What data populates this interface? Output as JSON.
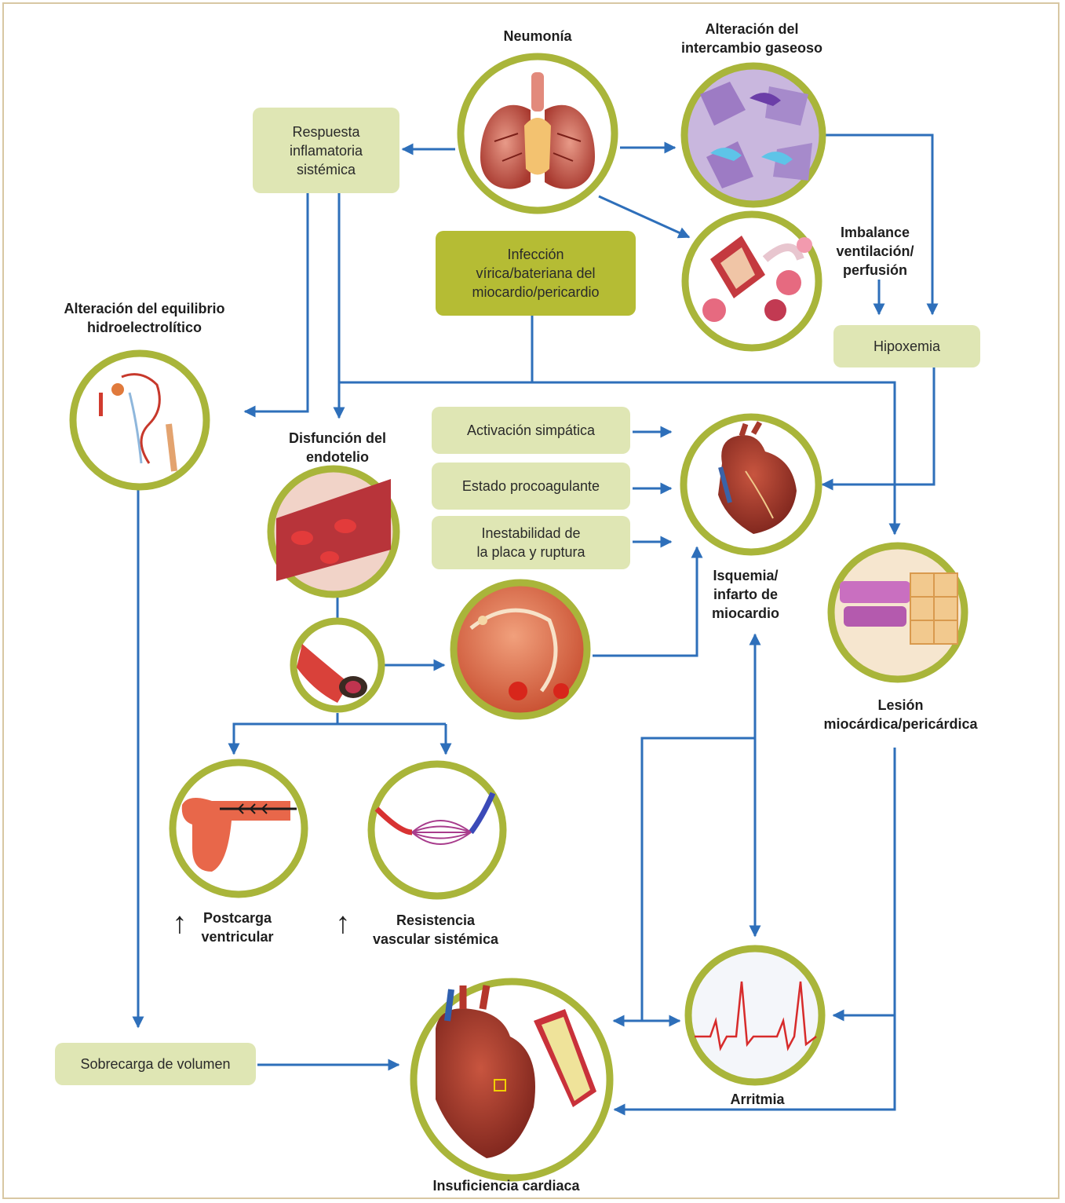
{
  "colors": {
    "arrow": "#2e6fba",
    "ring": "#a9b53a",
    "box": "#dfe6b4",
    "box_dark": "#b5bc34"
  },
  "labels": {
    "neumonia": "Neumonía",
    "alteracion_intercambio": "Alteración del\nintercambio gaseoso",
    "imbalance": "Imbalance\nventilación/\nperfusión",
    "alteracion_equilibrio": "Alteración del equilibrio\nhidroelectrolítico",
    "disfuncion_endotelio": "Disfunción del\nendotelio",
    "isquemia": "Isquemia/\ninfarto de\nmiocardio",
    "lesion": "Lesión\nmiocárdica/pericárdica",
    "postcarga": "Postcarga\nventricular",
    "resistencia": "Resistencia\nvascular sistémica",
    "arritmia": "Arritmia",
    "insuficiencia": "Insuficiencia cardiaca",
    "up_arrow": "↑"
  },
  "boxes": {
    "respuesta": "Respuesta\ninflamatoria\nsistémica",
    "infeccion": "Infección\nvírica/bateriana del\nmiocardio/pericardio",
    "hipoxemia": "Hipoxemia",
    "activacion": "Activación simpática",
    "procoagulante": "Estado procoagulante",
    "inestabilidad": "Inestabilidad de\nla placa y ruptura",
    "sobrecarga": "Sobrecarga de volumen"
  },
  "illustrations": {
    "lungs": "lungs-illustration",
    "gas_exchange": "alveoli-gas-exchange-illustration",
    "alveoli": "alveoli-cluster-illustration",
    "kidney": "nephron-illustration",
    "vessel": "blood-vessel-illustration",
    "artery": "artery-cross-section-illustration",
    "plaque": "plaque-rupture-illustration",
    "heart_ischemia": "heart-illustration",
    "myocardium": "myocardial-tissue-illustration",
    "ventricle": "ventricle-afterload-illustration",
    "capillaries": "capillary-bed-illustration",
    "ecg": "ecg-trace-illustration",
    "heart_failure": "heart-failure-illustration"
  }
}
